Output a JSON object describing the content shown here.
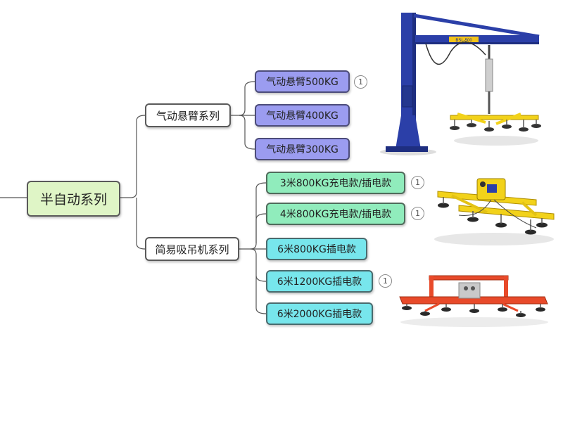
{
  "root": {
    "label": "半自动系列"
  },
  "branches": [
    {
      "label": "气动悬臂系列",
      "leaves": [
        {
          "label": "气动悬臂500KG",
          "badge": "1"
        },
        {
          "label": "气动悬臂400KG",
          "badge": ""
        },
        {
          "label": "气动悬臂300KG",
          "badge": ""
        }
      ]
    },
    {
      "label": "简易吸吊机系列",
      "leaves": [
        {
          "label": "3米800KG充电款/插电款",
          "badge": "1"
        },
        {
          "label": "4米800KG充电款/插电款",
          "badge": "1"
        },
        {
          "label": "6米800KG插电款",
          "badge": ""
        },
        {
          "label": "6米1200KG插电款",
          "badge": "1"
        },
        {
          "label": "6米2000KG插电款",
          "badge": ""
        }
      ]
    }
  ],
  "images": {
    "crane_plate_text": "BSL-500"
  },
  "colors": {
    "root_fill": "#dff5c6",
    "leaf_purple": "#9b9cf0",
    "leaf_green": "#90ecbc",
    "leaf_cyan": "#77e6ec",
    "crane_blue": "#2b3fa8",
    "lifter_yellow": "#f2d21a",
    "lifter_red": "#e84a2a"
  }
}
